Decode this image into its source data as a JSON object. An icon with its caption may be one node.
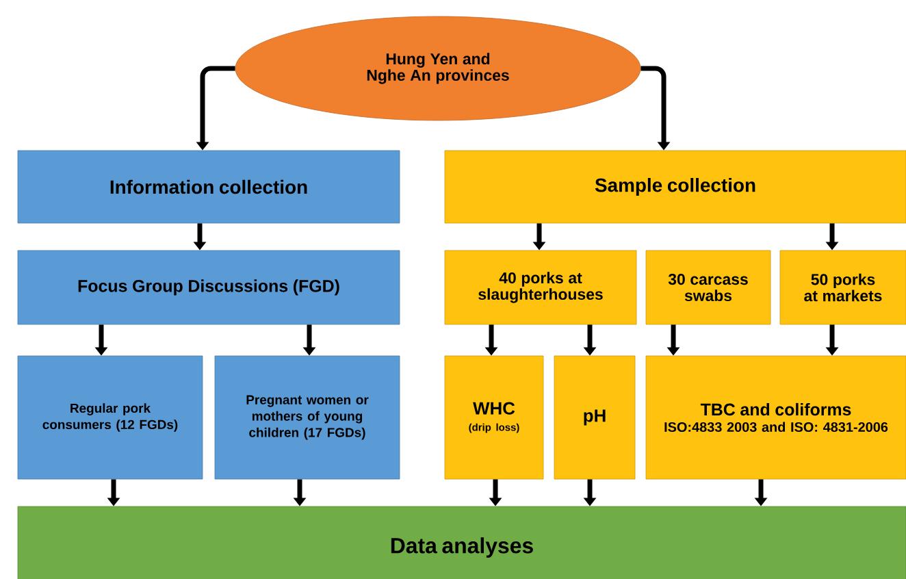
{
  "diagram": {
    "nodes": [
      {
        "text": [
          "Hung Yen and Nghe An provinces"
        ]
      },
      {
        "text": [
          "Information collection"
        ]
      },
      {
        "text": [
          "Sample collection"
        ]
      },
      {
        "text": [
          "Focus Group Discussions (FGD)"
        ]
      },
      {
        "text": [
          "40 porks at slaughterhouses"
        ]
      },
      {
        "text": [
          "30 carcass swabs"
        ]
      },
      {
        "text": [
          "50 porks at markets"
        ]
      },
      {
        "text": [
          "Regular pork consumers (12 FGDs)"
        ]
      },
      {
        "text": [
          "Pregnant women or mothers of young children (17 FGDs)"
        ]
      },
      {
        "text": [
          "WHC",
          "(drip loss)"
        ]
      },
      {
        "text": [
          "pH"
        ]
      },
      {
        "text": [
          "TBC and coliforms",
          "ISO:4833 2003 and ISO: 4831-2006"
        ]
      },
      {
        "text": [
          "Data analyses"
        ]
      }
    ],
    "edges": [
      {
        "from": 0,
        "to": 1,
        "arrow": "to"
      },
      {
        "from": 0,
        "to": 2,
        "arrow": "to"
      },
      {
        "from": 1,
        "to": 3,
        "arrow": "to"
      },
      {
        "from": 2,
        "to": 4,
        "arrow": "to"
      },
      {
        "from": 2,
        "to": 6,
        "arrow": "to"
      },
      {
        "from": 3,
        "to": 7,
        "arrow": "to"
      },
      {
        "from": 3,
        "to": 8,
        "arrow": "to"
      },
      {
        "from": 4,
        "to": 9,
        "arrow": "to"
      },
      {
        "from": 4,
        "to": 10,
        "arrow": "to"
      },
      {
        "from": 5,
        "to": 11,
        "arrow": "to"
      },
      {
        "from": 6,
        "to": 11,
        "arrow": "to"
      },
      {
        "from": 7,
        "to": 12,
        "arrow": "to"
      },
      {
        "from": 8,
        "to": 12,
        "arrow": "to"
      },
      {
        "from": 9,
        "to": 12,
        "arrow": "to"
      },
      {
        "from": 10,
        "to": 12,
        "arrow": "to"
      },
      {
        "from": 11,
        "to": 12,
        "arrow": "to"
      }
    ]
  }
}
